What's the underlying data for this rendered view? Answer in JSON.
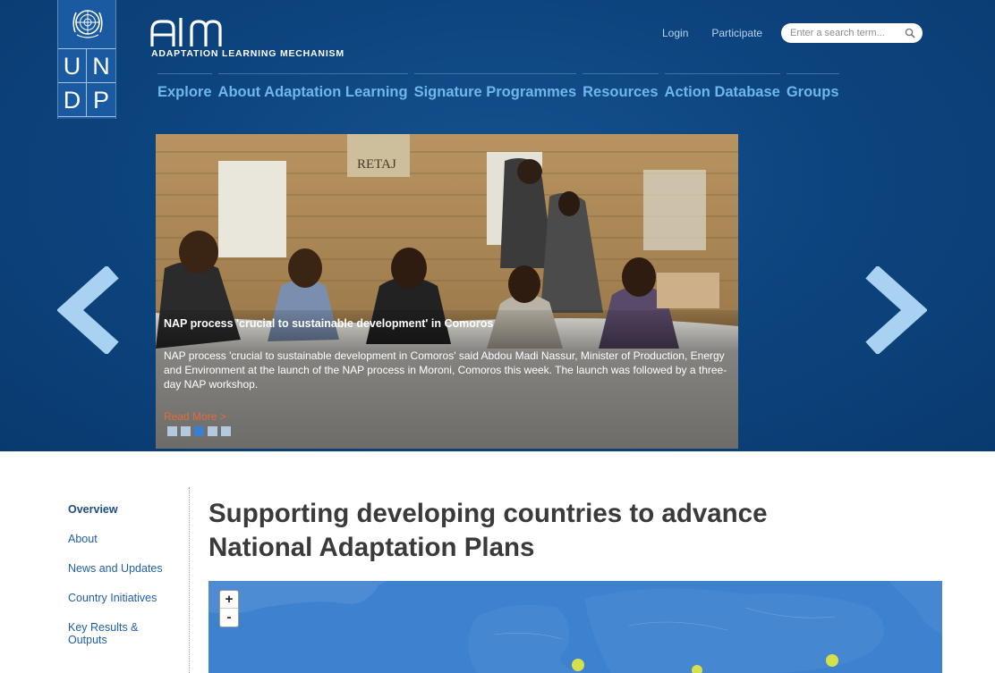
{
  "branding": {
    "undp_letters": [
      "U",
      "N",
      "D",
      "P"
    ],
    "alm_tagline": "ADAPTATION LEARNING MECHANISM"
  },
  "header": {
    "login": "Login",
    "participate": "Participate",
    "search_placeholder": "Enter a search term..."
  },
  "nav": [
    "Explore",
    "About Adaptation Learning",
    "Signature Programmes",
    "Resources",
    "Action Database",
    "Groups"
  ],
  "slider": {
    "title": "NAP process 'crucial to sustainable development' in Comoros",
    "text": "NAP process 'crucial to sustainable development in Comoros' said Abdou Madi Nassur, Minister of Production, Energy and Environment at the launch of the NAP process in Moroni, Comoros this week. The launch was followed by a three-day NAP workshop.",
    "read_more": "Read More >",
    "photo_sign": "RETAJ",
    "slide_count": 5,
    "active_slide": 3
  },
  "sidebar": [
    "Overview",
    "About",
    "News and Updates",
    "Country Initiatives",
    "Key Results &",
    "Outputs"
  ],
  "main": {
    "title_line1": "Supporting developing countries to advance",
    "title_line2": "National Adaptation Plans"
  },
  "map": {
    "zoom_in": "+",
    "zoom_out": "-"
  },
  "colors": {
    "header_bg": "#0d4580",
    "nav_link": "#6fb6ee",
    "top_link": "#b9d3ee",
    "read_more": "#e36b3a",
    "map_water": "#3d82cf",
    "map_marker": "#d6e04a",
    "active_dot": "#3a7fd0"
  }
}
